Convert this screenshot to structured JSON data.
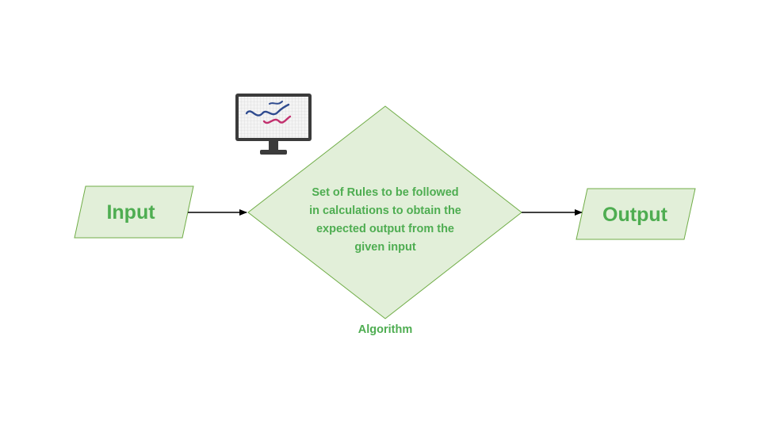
{
  "nodes": {
    "input": {
      "label": "Input"
    },
    "process": {
      "lines": [
        "Set of Rules to be followed",
        "in calculations to obtain the",
        "expected output from the",
        "given input"
      ],
      "caption": "Algorithm"
    },
    "output": {
      "label": "Output"
    }
  },
  "icon": "computer-monitor-icon",
  "colors": {
    "shape_fill": "#e2efd9",
    "shape_stroke": "#70ad47",
    "text": "#4ead51",
    "connector": "#000000",
    "monitor_frame": "#3b3b3b",
    "wave_blue": "#2f4b8f",
    "wave_pink": "#c2306e"
  }
}
